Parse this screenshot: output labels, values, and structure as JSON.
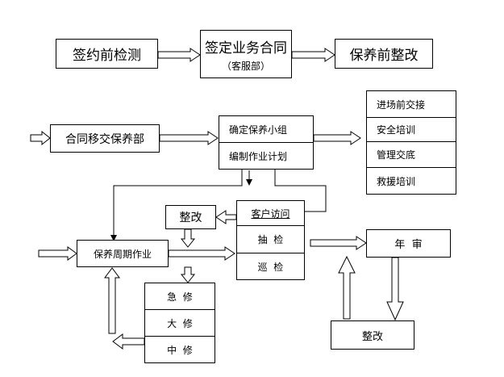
{
  "row1": {
    "pre_contract_check": "签约前检测",
    "sign_contract": "签定业务合同",
    "sign_contract_sub": "（客服部）",
    "pre_maintenance_fix": "保养前整改"
  },
  "row2": {
    "contract_transfer": "合同移交保养部",
    "confirm_group": "确定保养小组",
    "make_plan": "编制作业计划",
    "onsite_list": [
      "进场前交接",
      "安全培训",
      "管理交底",
      "救援培训"
    ]
  },
  "row3": {
    "customer_visit": "客户访问",
    "spot_check": "抽  检",
    "patrol_check": "巡  检",
    "rectify": "整改",
    "periodic_work": "保养周期作业",
    "annual_review": "年  审",
    "repairs": [
      "急  修",
      "大  修",
      "中  修"
    ],
    "rectify_bottom": "整改"
  }
}
